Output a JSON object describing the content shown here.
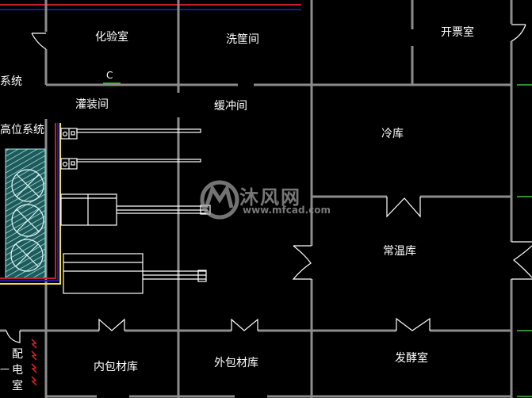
{
  "drawing": {
    "background": "#000000",
    "wall_color": "#8c8c8c",
    "pipe_colors": {
      "red": "#c0202a",
      "blue": "#1a1aa0",
      "yellow": "#f0e040",
      "green": "#40c040",
      "cyan": "#a8e8e8"
    }
  },
  "rooms": [
    {
      "id": "lab",
      "label": "化验室"
    },
    {
      "id": "tube-wash",
      "label": "洗筐间"
    },
    {
      "id": "ticket",
      "label": "开票室"
    },
    {
      "id": "filling",
      "label": "灌装间"
    },
    {
      "id": "buffer",
      "label": "缓冲间"
    },
    {
      "id": "cold-storage",
      "label": "冷库"
    },
    {
      "id": "ambient-storage",
      "label": "常温库"
    },
    {
      "id": "inner-pack",
      "label": "内包材库"
    },
    {
      "id": "outer-pack",
      "label": "外包材库"
    },
    {
      "id": "fermentation",
      "label": "发酵室"
    },
    {
      "id": "power",
      "label": "配电室",
      "chars": [
        "配",
        "电",
        "室"
      ]
    }
  ],
  "annotations": {
    "system_partial": "系统",
    "high_system": "高位系统",
    "marker_c": "C",
    "power_dash": "一"
  },
  "watermark": {
    "brand_cn": "沐风网",
    "url": "www.mfcad.com",
    "logo_text": "MF"
  }
}
